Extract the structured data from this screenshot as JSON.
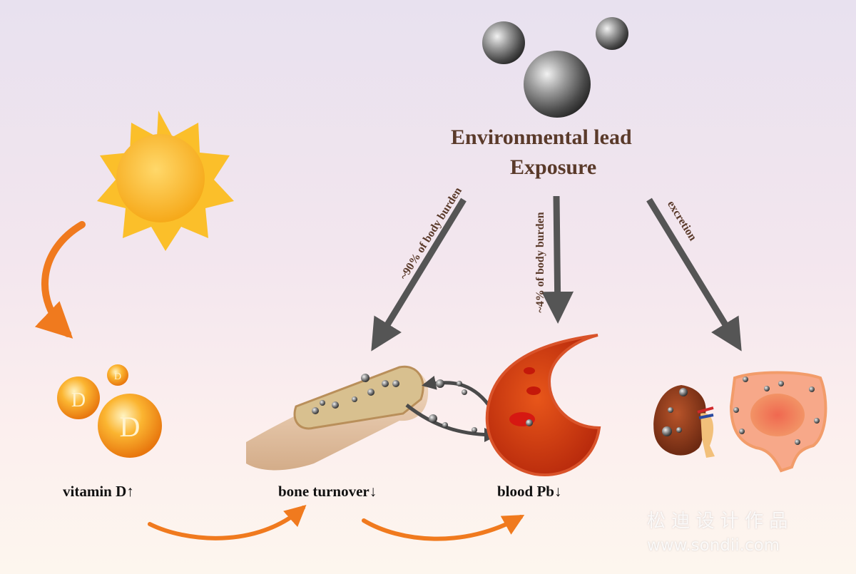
{
  "title": {
    "line1": "Environmental lead",
    "line2": "Exposure"
  },
  "arrows": {
    "bone_path": "~90% of body burden",
    "blood_path": "~4% of body burden",
    "excretion": "excretion"
  },
  "vitamin_d": {
    "badge_letter": "D"
  },
  "bottom_labels": {
    "vitamin_d": "vitamin D↑",
    "bone_turnover": "bone turnover↓",
    "blood_pb": "blood Pb↓"
  },
  "watermark": {
    "line1": "松 迪 设 计 作 品",
    "line2": "www.sondii.com"
  },
  "colors": {
    "title": "#5a3a2a",
    "arrow_gray": "#555555",
    "orange_arrow": "#f07a1e",
    "sun": "#fbbf2a"
  }
}
